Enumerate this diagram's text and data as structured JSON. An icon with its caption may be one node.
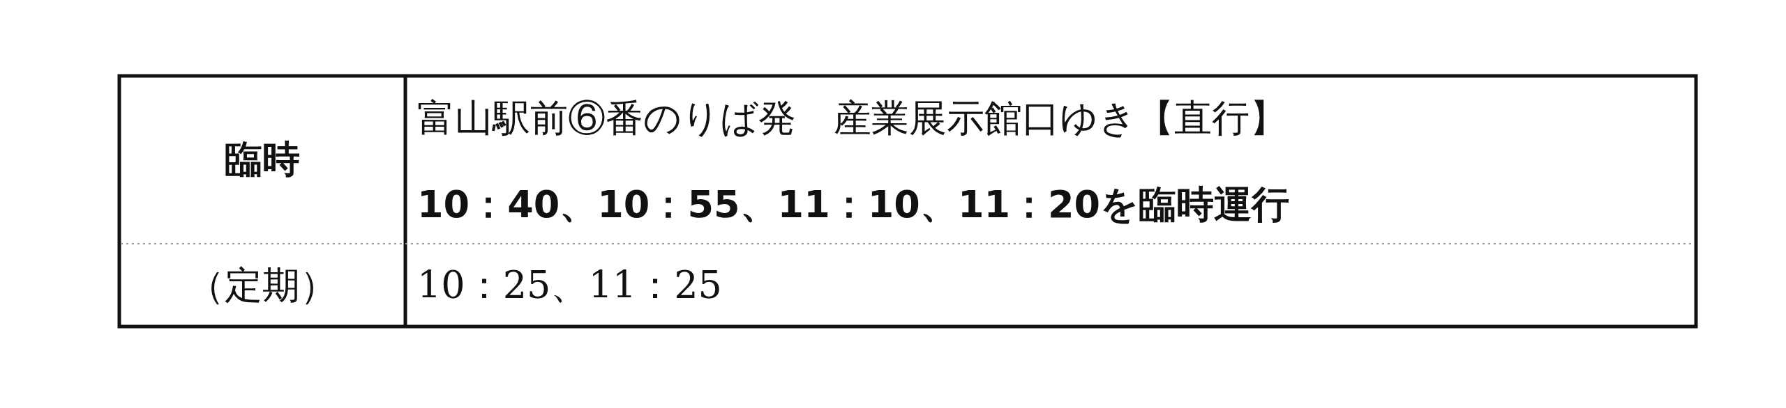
{
  "diagram": {
    "labels": [
      "臨時",
      "富山駅前⑥番のりば発　産業展示館口ゆき【直行】",
      "10：40、10：55、11：10、11：20を臨時運行",
      "（定期）",
      "10：25、11：25"
    ]
  }
}
